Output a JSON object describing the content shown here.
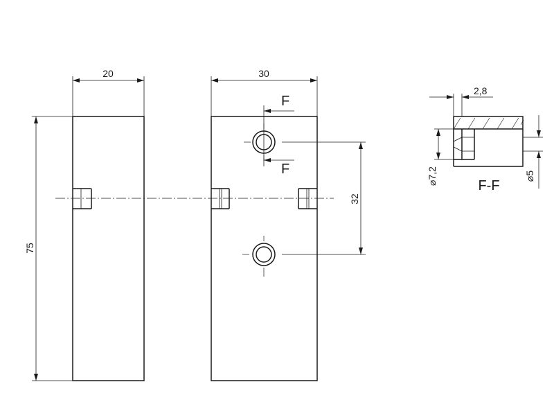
{
  "dimensions": {
    "front_width": "20",
    "side_width": "30",
    "height": "75",
    "hole_spacing": "32",
    "counterbore_depth": "2,8",
    "outer_diameter": "⌀7,2",
    "inner_diameter": "⌀5"
  },
  "labels": {
    "section_marker_top": "F",
    "section_marker_bottom": "F",
    "section_title": "F-F"
  }
}
